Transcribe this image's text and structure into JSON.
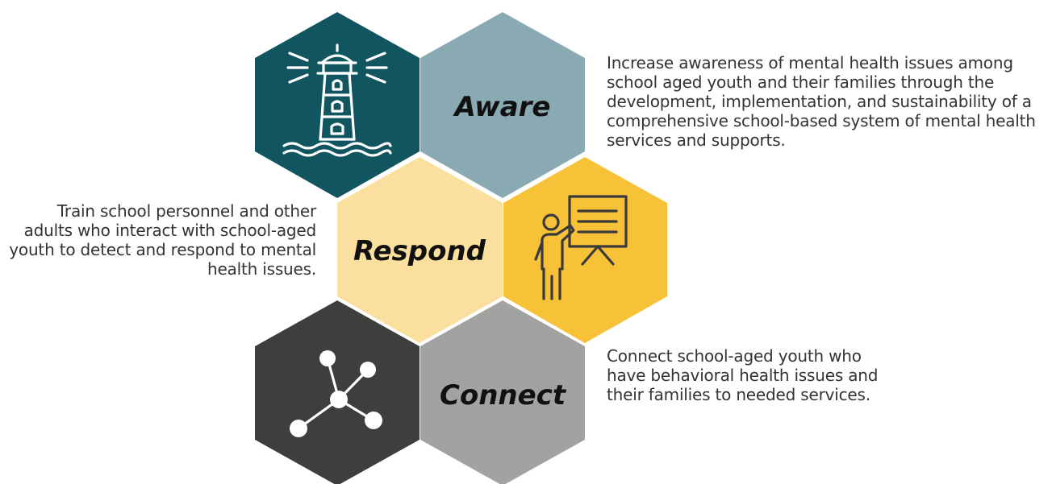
{
  "colors": {
    "teal": "#10555f",
    "slate_blue": "#8aaab3",
    "pale_yellow": "#fbdf9e",
    "gold": "#f8c238",
    "charcoal": "#3e3f3c",
    "gray": "#a2a2a0",
    "text": "#333333"
  },
  "hexagons": [
    {
      "id": "lighthouse",
      "icon": "lighthouse-icon",
      "color": "teal"
    },
    {
      "id": "aware",
      "label": "Aware",
      "color": "slate_blue"
    },
    {
      "id": "respond",
      "label": "Respond",
      "color": "pale_yellow"
    },
    {
      "id": "presenter",
      "icon": "presenter-icon",
      "color": "gold"
    },
    {
      "id": "network",
      "icon": "network-icon",
      "color": "charcoal"
    },
    {
      "id": "connect",
      "label": "Connect",
      "color": "gray"
    }
  ],
  "descriptions": {
    "aware": "Increase awareness of mental health issues among school aged youth and their families through the development, implementation, and sustainability of a comprehensive school-based system of mental health services and supports.",
    "respond": "Train school personnel and other adults who interact with school-aged youth to detect and respond to mental health issues.",
    "connect": "Connect school-aged youth who have behavioral health issues and their families to needed services."
  }
}
